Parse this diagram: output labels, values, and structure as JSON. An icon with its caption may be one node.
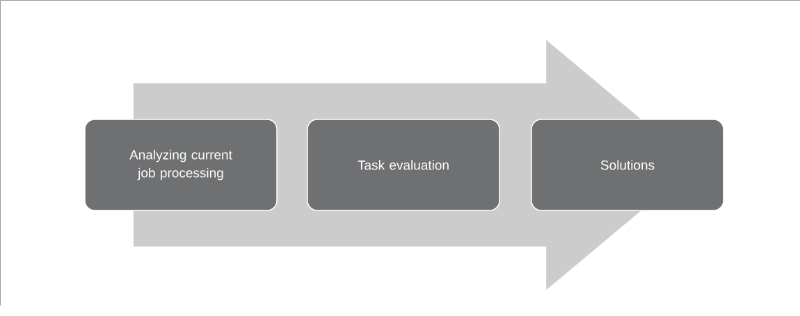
{
  "diagram": {
    "nodes": [
      {
        "text": [
          "Analyzing current job processing"
        ]
      },
      {
        "text": [
          "Task evaluation"
        ]
      },
      {
        "text": [
          "Solutions"
        ]
      }
    ],
    "edges": [
      {
        "from": 0,
        "to": 2,
        "arrow": "to"
      }
    ]
  }
}
